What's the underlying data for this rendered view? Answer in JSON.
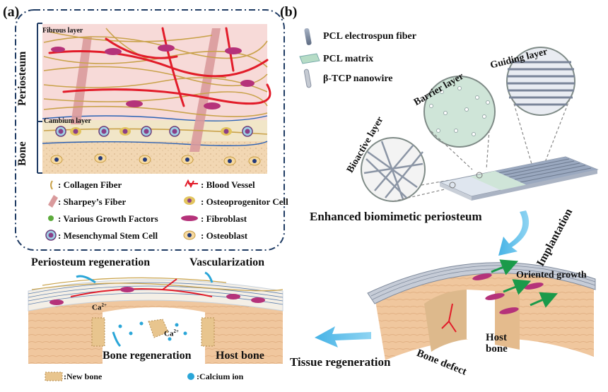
{
  "panel_a": {
    "letter": "(a)",
    "side_labels": {
      "periosteum": "Periosteum",
      "bone": "Bone"
    },
    "inner_labels": {
      "fibrous": "Fibrous layer",
      "cambium": "Cambium layer"
    },
    "legend": [
      {
        "text": ": Collagen Fiber",
        "icon": "collagen-fiber-icon"
      },
      {
        "text": ": Blood Vessel",
        "icon": "blood-vessel-icon"
      },
      {
        "text": ": Sharpey’s Fiber",
        "icon": "sharpey-fiber-icon"
      },
      {
        "text": ": Osteoprogenitor Cell",
        "icon": "osteoprogenitor-cell-icon"
      },
      {
        "text": ": Various Growth Factors",
        "icon": "growth-factor-icon"
      },
      {
        "text": ": Fibroblast",
        "icon": "fibroblast-icon"
      },
      {
        "text": ": Mesenchymal Stem Cell",
        "icon": "mesenchymal-stem-cell-icon"
      },
      {
        "text": ": Osteoblast",
        "icon": "osteoblast-icon"
      }
    ]
  },
  "panel_a_lower": {
    "periosteum_regen": "Periosteum regeneration",
    "vascularization": "Vascularization",
    "ca_left": "Ca",
    "ca_right": "Ca",
    "ca_sup_left": "2+",
    "ca_sup_right": "2+",
    "bone_regen": "Bone regeneration",
    "host_bone": "Host bone",
    "legend_new_bone": ":New bone",
    "legend_calcium": ":Calcium ion"
  },
  "panel_b": {
    "letter": "(b)",
    "legend": [
      {
        "text": "PCL electrospun fiber",
        "icon": "pcl-fiber-icon"
      },
      {
        "text": "PCL matrix",
        "icon": "pcl-matrix-icon"
      },
      {
        "text": "β-TCP nanowire",
        "icon": "tcp-nanowire-icon"
      }
    ],
    "layers": {
      "bioactive": "Bioactive layer",
      "barrier": "Barrier layer",
      "guiding": "Guiding layer"
    },
    "enhanced": "Enhanced biomimetic periosteum",
    "implantation": "Implantation",
    "oriented": "Oriented growth",
    "host_bone_line1": "Host",
    "host_bone_line2": "bone",
    "bone_defect": "Bone defect",
    "tissue_regen": "Tissue regeneration"
  },
  "colors": {
    "dash_border": "#1f3b63",
    "periosteum_bg": "#f6d7d6",
    "collagen": "#c9a24a",
    "vessel": "#e21c2a",
    "sharpey": "#d99a9c",
    "bone_bg": "#f2d9b8",
    "arrow_blue": "#2aa6d8",
    "arrow_green": "#1a9a4a"
  }
}
